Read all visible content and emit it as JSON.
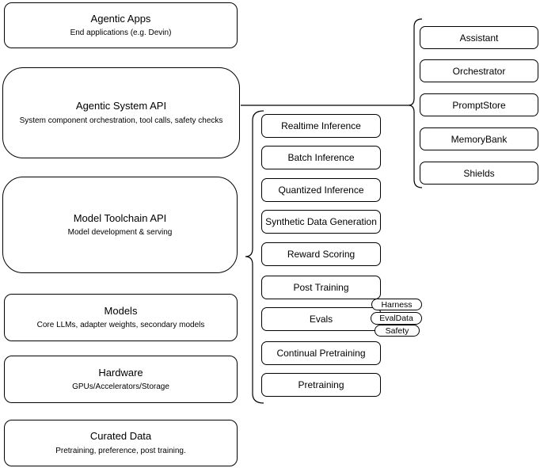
{
  "diagram": {
    "left_column": [
      {
        "title": "Agentic Apps",
        "subtitle": "End applications (e.g. Devin)"
      },
      {
        "title": "Agentic System API",
        "subtitle": "System component orchestration, tool calls, safety checks"
      },
      {
        "title": "Model Toolchain API",
        "subtitle": "Model development & serving"
      },
      {
        "title": "Models",
        "subtitle": "Core LLMs, adapter weights, secondary models"
      },
      {
        "title": "Hardware",
        "subtitle": "GPUs/Accelerators/Storage"
      },
      {
        "title": "Curated Data",
        "subtitle": "Pretraining, preference, post training."
      }
    ],
    "toolchain_items": [
      "Realtime Inference",
      "Batch Inference",
      "Quantized Inference",
      "Synthetic Data Generation",
      "Reward Scoring",
      "Post Training",
      "Evals",
      "Continual Pretraining",
      "Pretraining"
    ],
    "eval_pills": [
      "Harness",
      "EvalData",
      "Safety"
    ],
    "system_components": [
      "Assistant",
      "Orchestrator",
      "PromptStore",
      "MemoryBank",
      "Shields"
    ],
    "colors": {
      "border": "#000000",
      "background": "#ffffff",
      "text": "#000000"
    }
  }
}
